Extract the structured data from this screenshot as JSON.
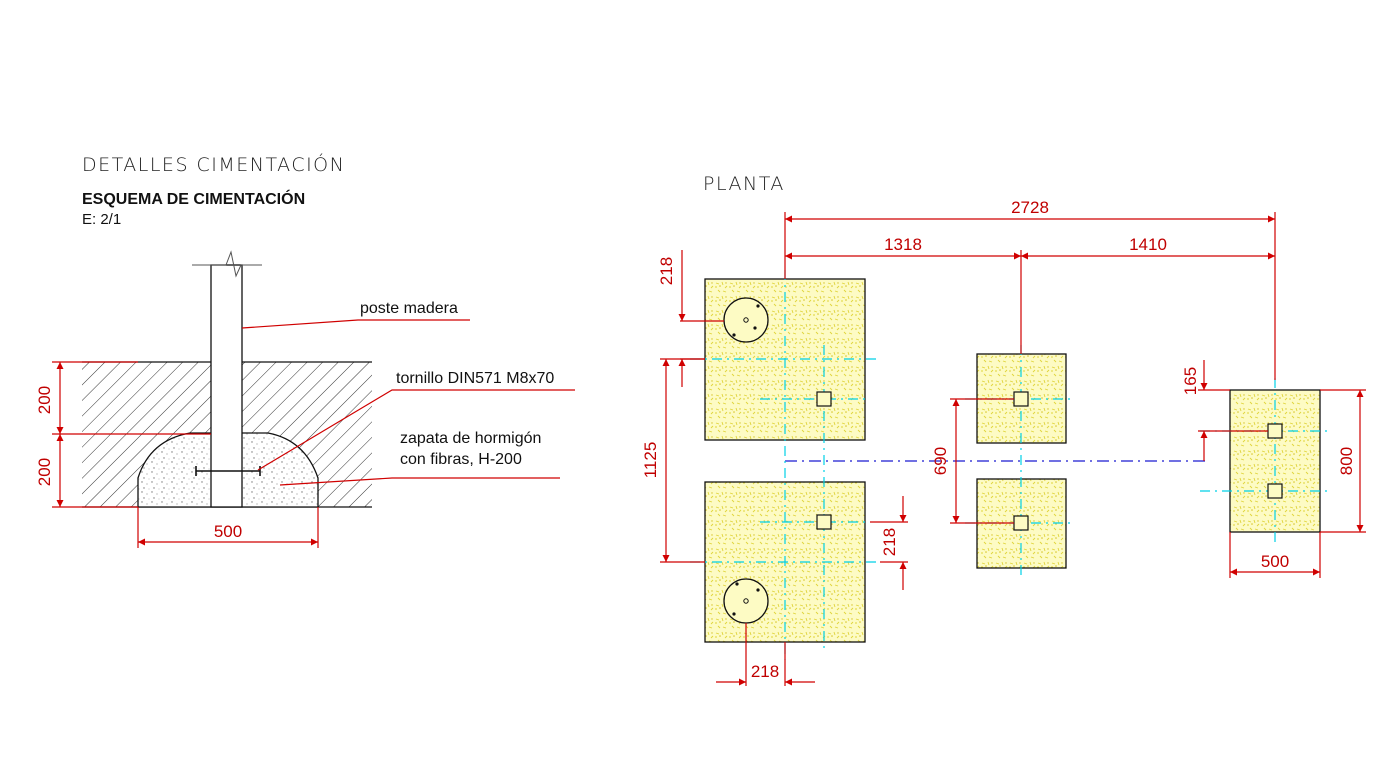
{
  "section": {
    "title": "DETALLES CIMENTACIÓN",
    "subtitle": "ESQUEMA DE CIMENTACIÓN",
    "scale": "E: 2/1"
  },
  "detail": {
    "labels": {
      "post": "poste madera",
      "screw": "tornillo DIN571 M8x70",
      "footing_line1": "zapata de hormigón",
      "footing_line2": "con fibras, H-200"
    },
    "dims": {
      "upper_depth": "200",
      "lower_depth": "200",
      "width": "500"
    }
  },
  "plan": {
    "title": "PLANTA",
    "dims": {
      "total": "2728",
      "left_span": "1318",
      "right_span": "1410",
      "corner_offset": "218",
      "post_spacing": "1125",
      "right_offset": "218",
      "bottom_offset": "218",
      "middle_spacing": "690",
      "right_top_offset": "165",
      "right_height": "800",
      "right_width": "500"
    }
  },
  "colors": {
    "dimension": "#d00000",
    "axis_cyan": "#00d0e6",
    "axis_blue": "#1a1ad0",
    "concrete_fill": "#fdfbc4"
  }
}
